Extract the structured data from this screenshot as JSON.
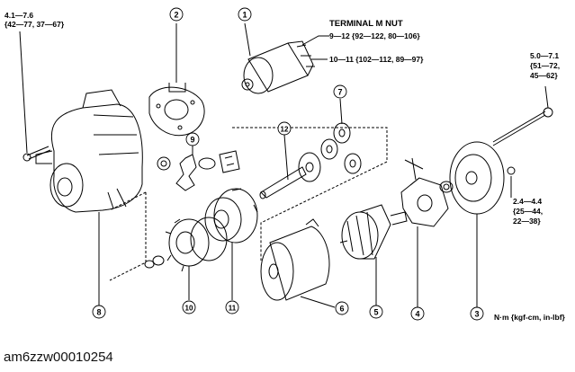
{
  "callouts": [
    {
      "id": "1",
      "label": "1"
    },
    {
      "id": "2",
      "label": "2"
    },
    {
      "id": "3",
      "label": "3"
    },
    {
      "id": "4",
      "label": "4"
    },
    {
      "id": "5",
      "label": "5"
    },
    {
      "id": "6",
      "label": "6"
    },
    {
      "id": "7",
      "label": "7"
    },
    {
      "id": "8",
      "label": "8"
    },
    {
      "id": "9",
      "label": "9"
    },
    {
      "id": "10",
      "label": "10"
    },
    {
      "id": "11",
      "label": "11"
    },
    {
      "id": "12",
      "label": "12"
    }
  ],
  "torque": {
    "t1_line1": "4.1—7.6",
    "t1_line2": "{42—77, 37—67}",
    "terminal_title": "TERMINAL M NUT",
    "terminal_value": "9—12 {92—122, 80—106}",
    "t3": "10—11 {102—112, 89—97}",
    "t4_line1": "5.0—7.1",
    "t4_line2": "{51—72,",
    "t4_line3": "45—62}",
    "t5_line1": "2.4—4.4",
    "t5_line2": "{25—44,",
    "t5_line3": "22—38}"
  },
  "units": "N·m {kgf-cm, in-lbf}",
  "caption": "am6zzw00010254"
}
